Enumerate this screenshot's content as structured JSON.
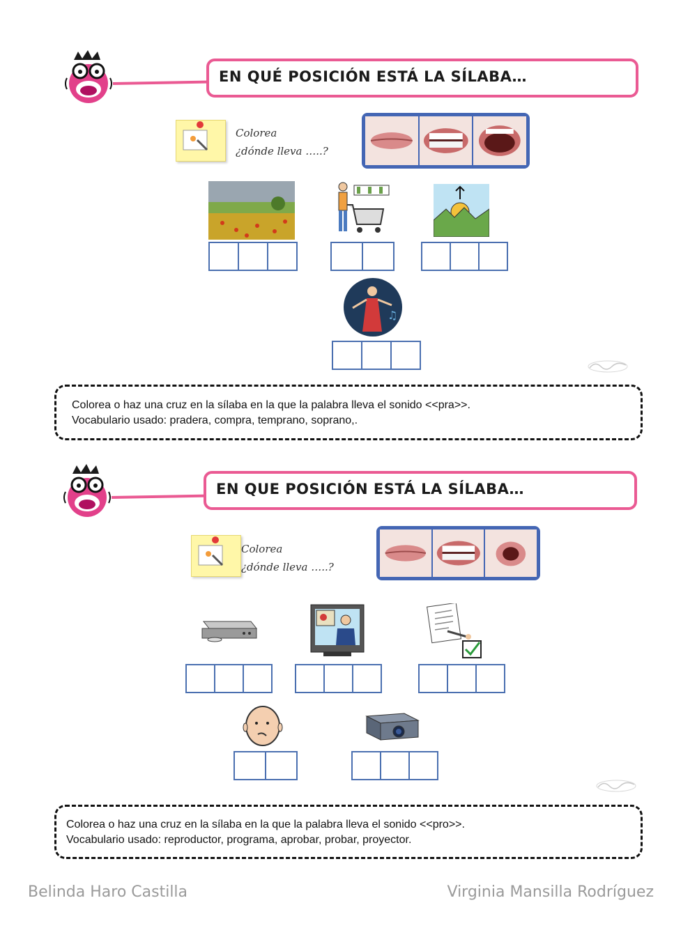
{
  "sections": [
    {
      "title": "EN QUÉ POSICIÓN ESTÁ LA SÍLABA…",
      "instruction_line1": "Colorea",
      "instruction_line2": "¿dónde lleva …..?",
      "note_line1": "Colorea o haz una cruz en  la sílaba en la que la palabra lleva el sonido <<pra>>.",
      "note_line2": "Vocabulario usado: pradera, compra, temprano, soprano,."
    },
    {
      "title": "EN QUE POSICIÓN ESTÁ LA SÍLABA…",
      "instruction_line1": "Colorea",
      "instruction_line2": "¿dónde lleva …..?",
      "note_line1": "Colorea o haz una cruz en  la sílaba en la que la palabra lleva el sonido <<pro>>.",
      "note_line2": "Vocabulario usado: reproductor, programa, aprobar, probar, proyector."
    }
  ],
  "footer": {
    "left": "Belinda Haro Castilla",
    "right": "Virginia Mansilla Rodríguez"
  },
  "colors": {
    "accent_pink": "#ea5a93",
    "box_blue": "#4a6fb0",
    "frame_blue": "#4466b4"
  },
  "icons": [
    "mascot-icon",
    "sticky-note-icon",
    "meadow-picture",
    "shopping-cart-picture",
    "sunrise-picture",
    "soprano-picture",
    "dvd-player-picture",
    "tv-presenter-picture",
    "signed-document-picture",
    "thinking-face-picture",
    "projector-picture"
  ]
}
